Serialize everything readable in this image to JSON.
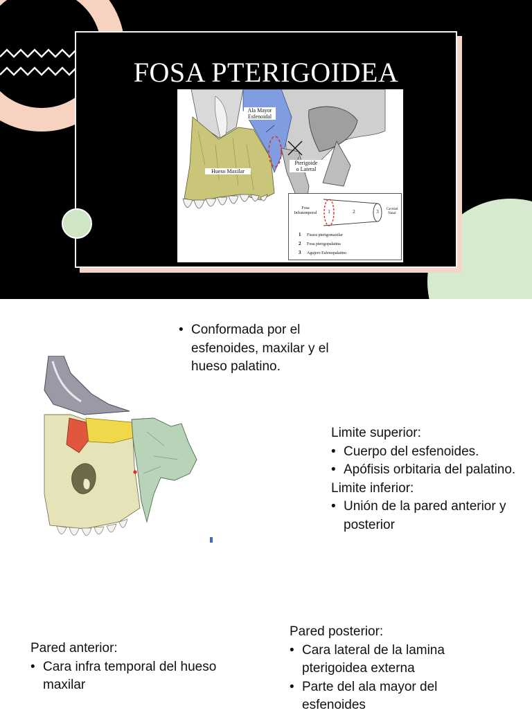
{
  "slide1": {
    "title": "FOSA PTERIGOIDEA",
    "figure": {
      "labels": {
        "ala_mayor": "Ala Mayor\nEsfenoidal",
        "hueso_maxilar": "Hueso Maxilar",
        "pterigoide": "Pterigoide\no Lateral"
      },
      "diagram": {
        "left_label": "Fosa\nInfratemporal",
        "right_label": "Cavidad\nNasal",
        "markers": [
          "1",
          "2",
          "3"
        ],
        "legend": [
          {
            "num": "1",
            "text": "Fisura pterigomaxilar"
          },
          {
            "num": "2",
            "text": "Fosa pterigopalatina"
          },
          {
            "num": "3",
            "text": "Agujero Esfenopalatino"
          }
        ]
      }
    }
  },
  "slide2": {
    "top_bullets": [
      "Conformada por el esfenoides, maxilar y el hueso palatino."
    ],
    "limits": {
      "superior_heading": "Limite superior:",
      "superior_items": [
        "Cuerpo del esfenoides.",
        "Apófisis orbitaria del palatino."
      ],
      "inferior_heading": "Limite inferior:",
      "inferior_items": [
        "Unión de la pared anterior y posterior"
      ]
    },
    "anterior": {
      "heading": "Pared anterior:",
      "items": [
        "Cara infra temporal del hueso maxilar"
      ]
    },
    "posterior": {
      "heading": "Pared posterior:",
      "items": [
        "Cara lateral de la lamina pterigoidea externa",
        "Parte del ala mayor del esfenoides"
      ]
    }
  },
  "colors": {
    "background_dark": "#000000",
    "peach_accent": "#f7d2c1",
    "mint_accent": "#d6ead0",
    "maxilla_fill": "#c9c67a",
    "sphenoid_fill": "#7f9de0",
    "palatine_fill": "#f0d84a",
    "orbital_red": "#e0573d",
    "bone_green": "#b9d3b9"
  }
}
